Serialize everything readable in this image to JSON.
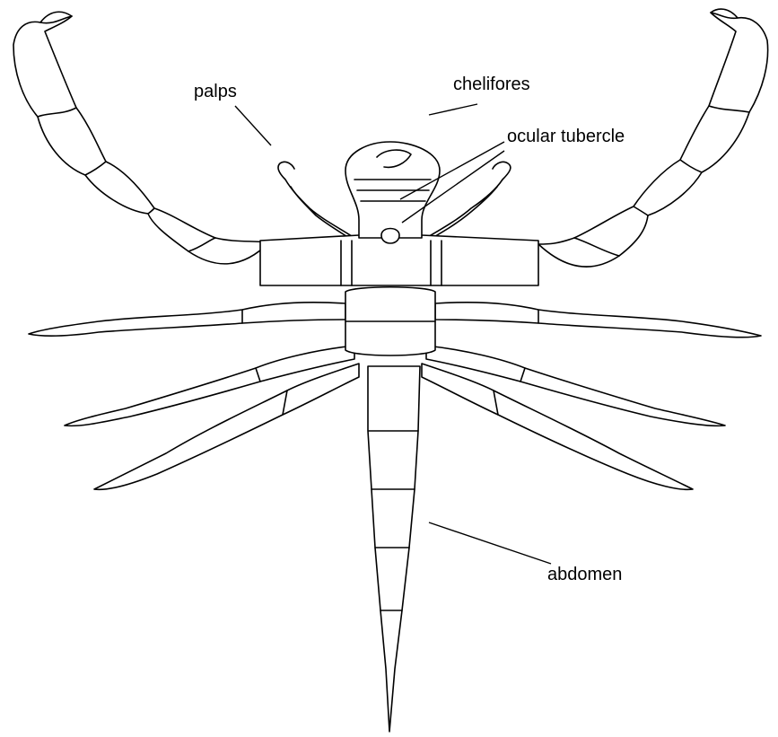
{
  "labels": {
    "palps": "palps",
    "chelifores": "chelifores",
    "ocular_tubercle": "ocular tubercle",
    "abdomen": "abdomen"
  }
}
